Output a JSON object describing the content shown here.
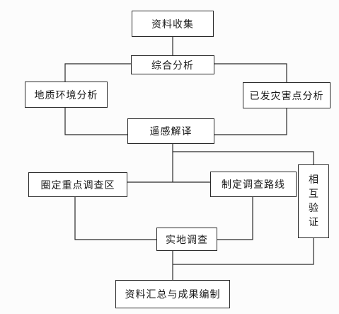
{
  "diagram": {
    "nodes": {
      "collect": "资料收集",
      "synthesis": "综合分析",
      "geo_env": "地质环境分析",
      "disaster": "已发灾害点分析",
      "remote": "遥感解译",
      "key_area": "圈定重点调查区",
      "route": "制定调查路线",
      "cross_check": [
        "相",
        "互",
        "验",
        "证"
      ],
      "field": "实地调查",
      "output": "资料汇总与成果编制"
    }
  }
}
